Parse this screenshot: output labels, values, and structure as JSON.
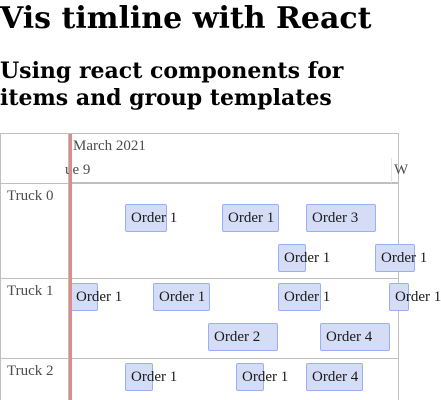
{
  "page": {
    "title": "Vis timline with React",
    "subtitle": "Using react components for items and group templates"
  },
  "timeline": {
    "major_label": "March 2021",
    "minor_label_left": "ue 9",
    "minor_label_right": "W",
    "groups": [
      {
        "label": "Truck 0"
      },
      {
        "label": "Truck 1"
      },
      {
        "label": "Truck 2"
      }
    ],
    "items": [
      {
        "label": "Order 1"
      },
      {
        "label": "Order 1"
      },
      {
        "label": "Order 3"
      },
      {
        "label": "Order 1"
      },
      {
        "label": "Order 1"
      },
      {
        "label": "Order 1"
      },
      {
        "label": "Order 1"
      },
      {
        "label": "Order 1"
      },
      {
        "label": "Order 1"
      },
      {
        "label": "Order 2"
      },
      {
        "label": "Order 4"
      },
      {
        "label": "Order 1"
      },
      {
        "label": "Order 1"
      },
      {
        "label": "Order 4"
      }
    ]
  }
}
